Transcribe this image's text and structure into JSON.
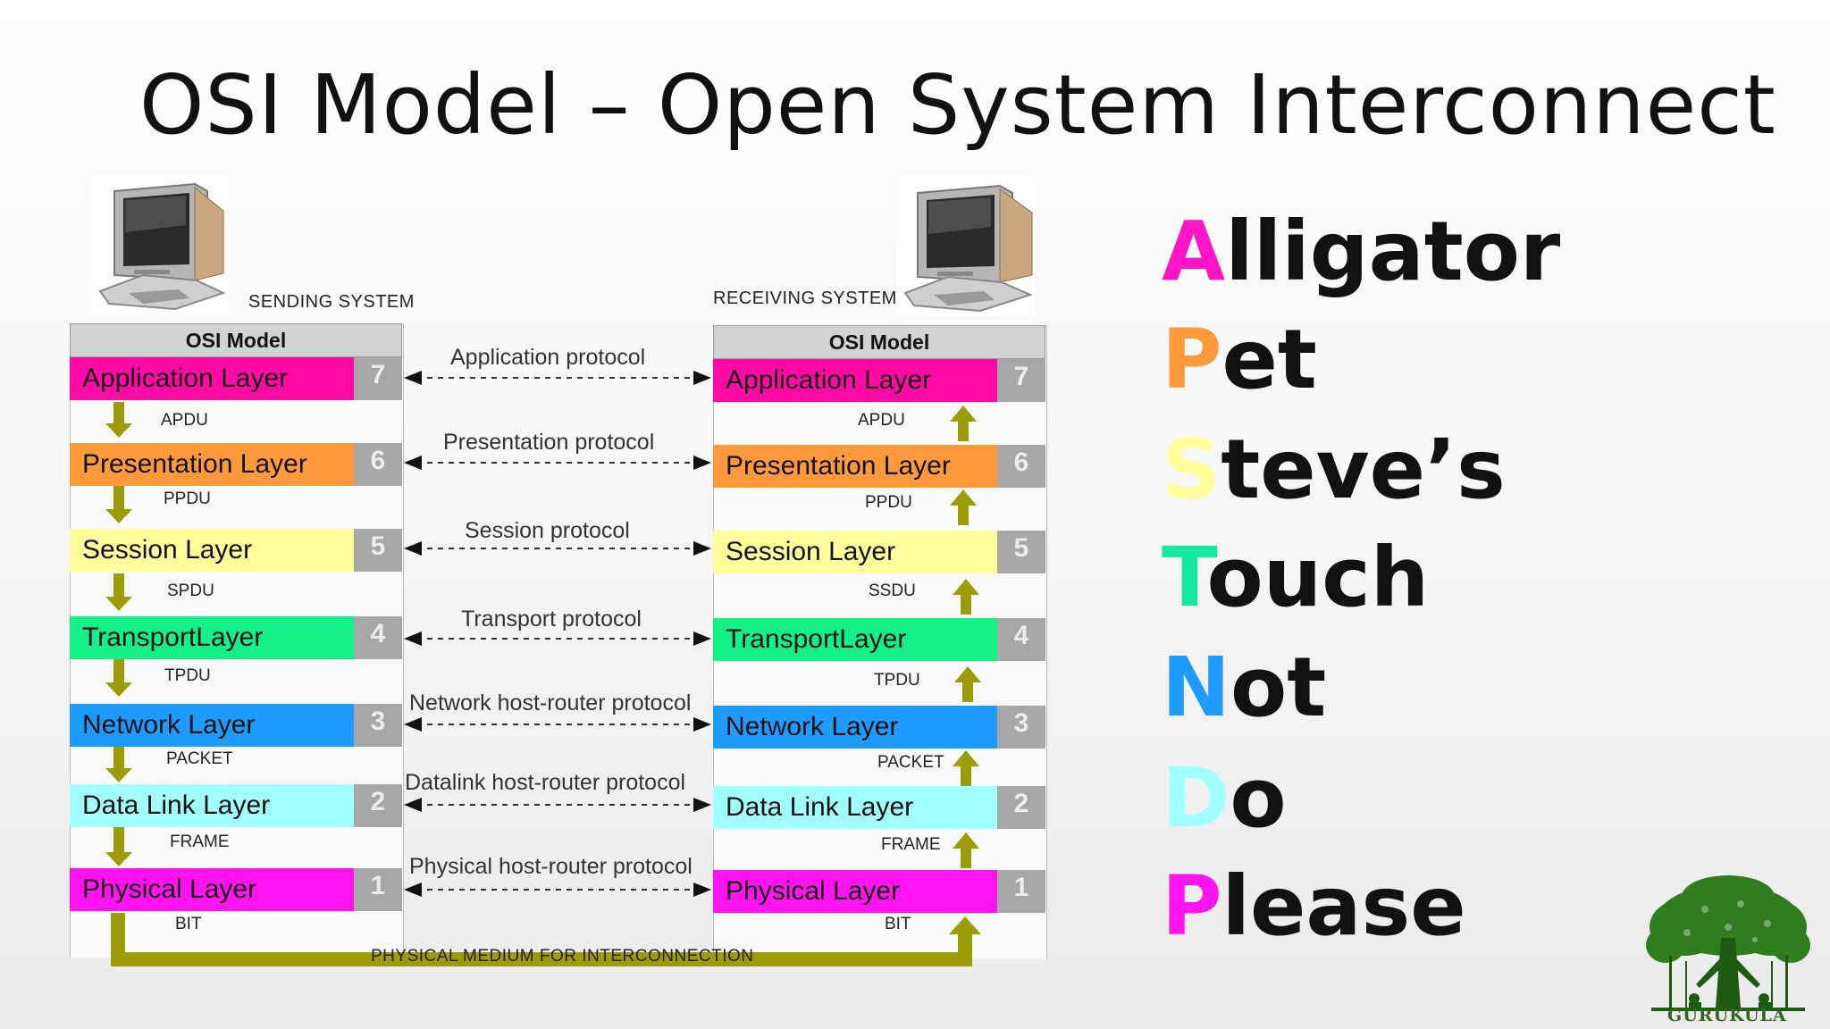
{
  "title": "OSI Model – Open System Interconnect",
  "sending_system_label": "SENDING SYSTEM",
  "receiving_system_label": "RECEIVING SYSTEM",
  "osi_header": "OSI Model",
  "layers": [
    {
      "name": "Application Layer",
      "number": "7",
      "color": "#ff0aa5",
      "protocol": "Application protocol",
      "send_pdu": "APDU",
      "recv_pdu": "APDU"
    },
    {
      "name": "Presentation Layer",
      "number": "6",
      "color": "#ff9a3c",
      "protocol": "Presentation protocol",
      "send_pdu": "PPDU",
      "recv_pdu": "PPDU"
    },
    {
      "name": "Session Layer",
      "number": "5",
      "color": "#ffff9c",
      "protocol": "Session protocol",
      "send_pdu": "SPDU",
      "recv_pdu": "SSDU"
    },
    {
      "name": "TransportLayer",
      "number": "4",
      "color": "#14f088",
      "protocol": "Transport protocol",
      "send_pdu": "TPDU",
      "recv_pdu": "TPDU"
    },
    {
      "name": "Network Layer",
      "number": "3",
      "color": "#1e9bff",
      "protocol": "Network host-router protocol",
      "send_pdu": "PACKET",
      "recv_pdu": "PACKET"
    },
    {
      "name": "Data Link Layer",
      "number": "2",
      "color": "#a2ffff",
      "protocol": "Datalink host-router protocol",
      "send_pdu": "FRAME",
      "recv_pdu": "FRAME"
    },
    {
      "name": "Physical Layer",
      "number": "1",
      "color": "#ff14f0",
      "protocol": "Physical host-router protocol",
      "send_pdu": "BIT",
      "recv_pdu": "BIT"
    }
  ],
  "physical_medium_label": "PHYSICAL MEDIUM FOR INTERCONNECTION",
  "arrow_color": "#9c9c06",
  "mnemonic": [
    {
      "initial": "A",
      "rest": "lligator",
      "color": "#ff14c8"
    },
    {
      "initial": "P",
      "rest": "et",
      "color": "#ff9a3c"
    },
    {
      "initial": "S",
      "rest": "teve’s",
      "color": "#ffff9c"
    },
    {
      "initial": "T",
      "rest": "ouch",
      "color": "#14e8a0"
    },
    {
      "initial": "N",
      "rest": "ot",
      "color": "#1e9bff"
    },
    {
      "initial": "D",
      "rest": "o",
      "color": "#a2ffff"
    },
    {
      "initial": "P",
      "rest": "lease",
      "color": "#ff14f0"
    }
  ],
  "logo_text": "GURUKULA"
}
